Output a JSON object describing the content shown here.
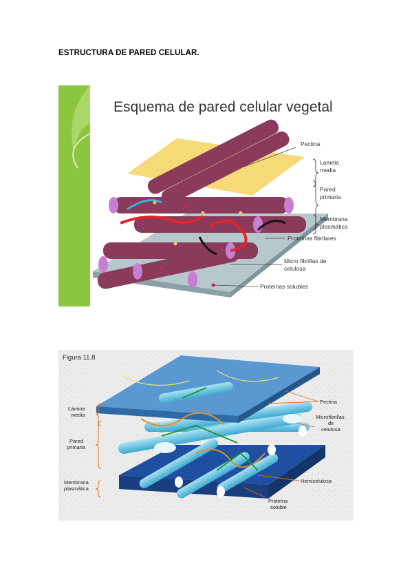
{
  "document": {
    "heading": "ESTRUCTURA DE PARED CELULAR."
  },
  "figure1": {
    "title": "Esquema de pared celular vegetal",
    "labels": {
      "pectina": "Pectina",
      "lamela": "Lamela",
      "media": "media",
      "pared": "Pared",
      "primaria": "primaria",
      "membrana": "Membrana",
      "plasmatica": "plasmática",
      "proteinas_fibrilares": "Proteínas fibrilares",
      "micro_fibrillas": "Micro fibrillas de",
      "celulosa": "celulosa",
      "proteinas_solubles": "Proteínas solubles"
    },
    "colors": {
      "green_band": "#8cc63f",
      "layer_yellow": "#f3d45f",
      "fiber": "#8a3a5a",
      "fiber_end": "#c67fd1",
      "membrane": "#9fb3b8"
    }
  },
  "figure2": {
    "caption": "Figura 11.8",
    "labels": {
      "lamina": "Lámina",
      "media": "media",
      "pared": "Pared",
      "primaria": "primaria",
      "membrana": "Membrana",
      "plasmatica": "plasmática",
      "pectina": "Pectina",
      "microfibrillas": "Microfibrillas",
      "de": "de",
      "celulosa": "celulosa",
      "hemicelulosa": "Hemicelulosa",
      "proteina": "Proteína",
      "soluble": "soluble"
    },
    "colors": {
      "bracket": "#e0701f",
      "top_plate": "#4a8fcf",
      "bottom_plate": "#1f4fa0",
      "fiber": "#6fc8e6"
    }
  }
}
